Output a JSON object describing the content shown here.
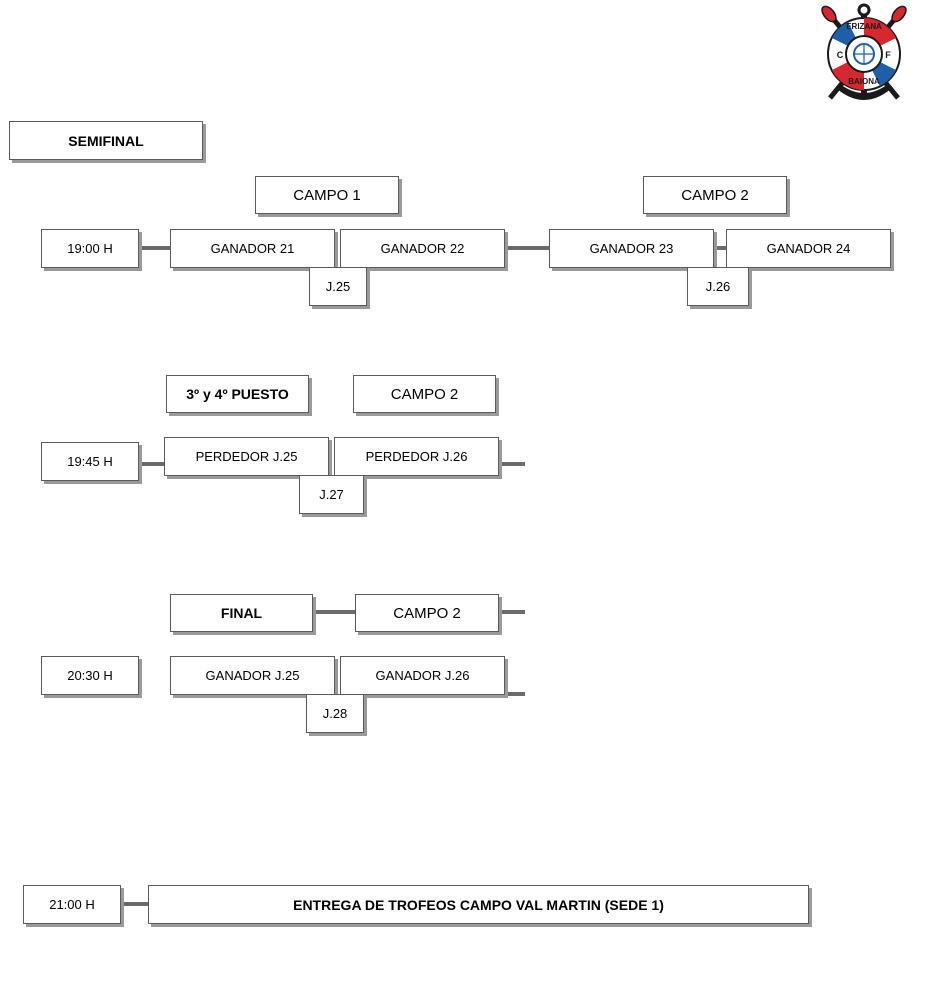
{
  "semifinal": {
    "title": "SEMIFINAL",
    "campo_1": "CAMPO 1",
    "campo_2": "CAMPO 2",
    "time": "19:00 H",
    "match_a": {
      "team_1": "GANADOR 21",
      "team_2": "GANADOR 22",
      "game": "J.25"
    },
    "match_b": {
      "team_1": "GANADOR 23",
      "team_2": "GANADOR 24",
      "game": "J.26"
    }
  },
  "third_place": {
    "title": "3º y 4º PUESTO",
    "campo": "CAMPO 2",
    "time": "19:45 H",
    "team_1": "PERDEDOR J.25",
    "team_2": "PERDEDOR J.26",
    "game": "J.27"
  },
  "final": {
    "title": "FINAL",
    "campo": "CAMPO 2",
    "time": "20:30 H",
    "team_1": "GANADOR J.25",
    "team_2": "GANADOR J.26",
    "game": "J.28"
  },
  "trophies": {
    "time": "21:00 H",
    "label": "ENTREGA DE TROFEOS CAMPO VAL MARTIN (SEDE 1)"
  },
  "logo": {
    "top_text": "ERIZANA",
    "bottom_text": "BAIONA",
    "left_letter": "C",
    "right_letter": "F",
    "colors": {
      "red": "#d8282f",
      "blue": "#1f5fa8",
      "black": "#1a1a1a"
    }
  }
}
